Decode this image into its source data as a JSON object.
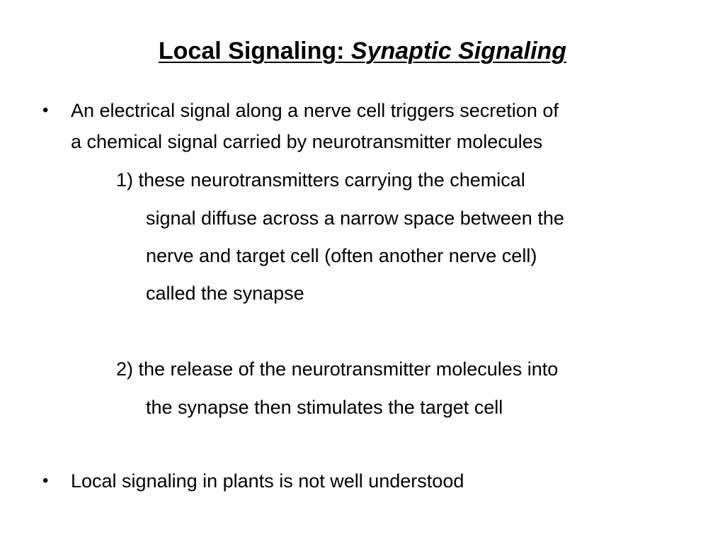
{
  "slide": {
    "title_main": "Local Signaling: ",
    "title_italic": "Synaptic Signaling",
    "bullet_symbol": "•",
    "bullet1": {
      "line1": "An electrical signal along a nerve cell triggers secretion of",
      "line2": "a chemical signal carried by neurotransmitter molecules"
    },
    "point1": {
      "line1": "1) these neurotransmitters carrying the chemical",
      "line2": "signal diffuse across a narrow space between the",
      "line3": "nerve and target cell (often another nerve cell)",
      "line4": "called the synapse"
    },
    "point2": {
      "line1": "2) the release of the neurotransmitter molecules into",
      "line2": "the synapse then stimulates the target cell"
    },
    "bullet2": {
      "line1": "Local signaling in plants is not well understood"
    }
  }
}
